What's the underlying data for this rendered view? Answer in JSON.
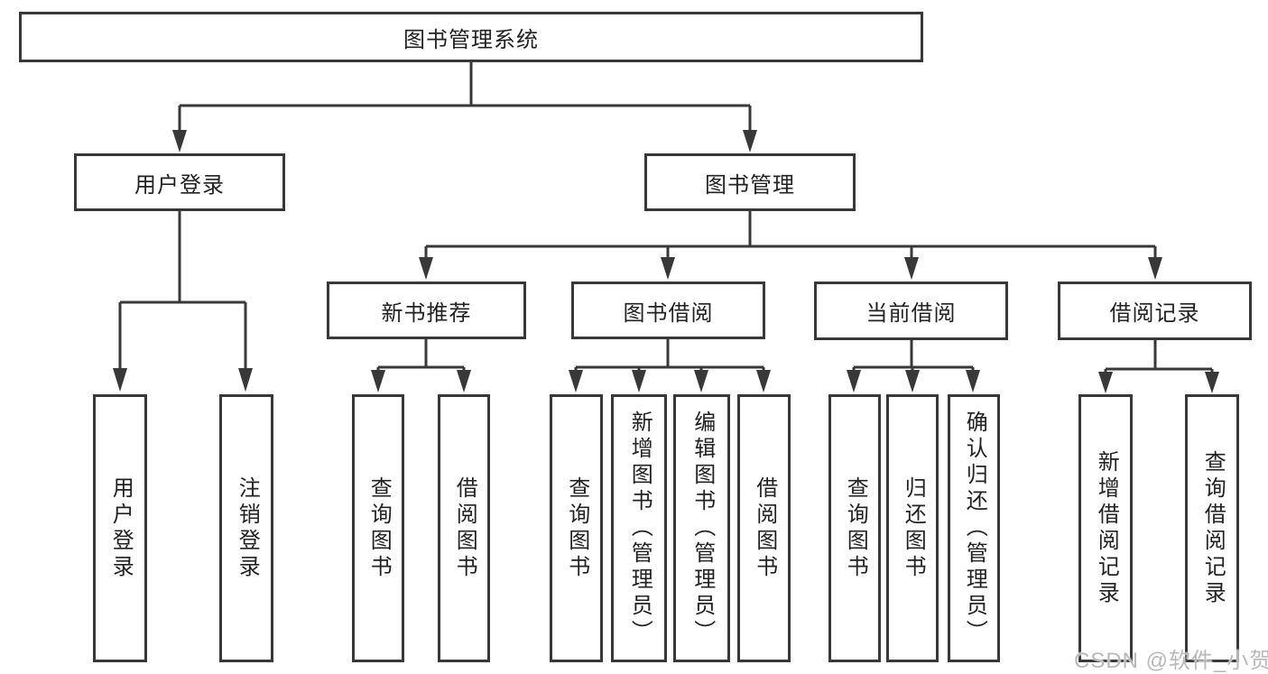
{
  "diagram_title": "图书管理系统",
  "nodes": {
    "root": "图书管理系统",
    "user_login": "用户登录",
    "book_mgmt": "图书管理",
    "new_book": "新书推荐",
    "book_borrow": "图书借阅",
    "current_borrow": "当前借阅",
    "borrow_record": "借阅记录",
    "leaf_user_login": "用户登录",
    "leaf_logout": "注销登录",
    "leaf_nb_query": "查询图书",
    "leaf_nb_borrow": "借阅图书",
    "leaf_bb_query": "查询图书",
    "leaf_bb_add": "新增图书（管理员）",
    "leaf_bb_edit": "编辑图书（管理员）",
    "leaf_bb_borrow": "借阅图书",
    "leaf_cb_query": "查询图书",
    "leaf_cb_return": "归还图书",
    "leaf_cb_confirm": "确认归还（管理员）",
    "leaf_br_add": "新增借阅记录",
    "leaf_br_query": "查询借阅记录"
  },
  "hierarchy": {
    "root": [
      "user_login",
      "book_mgmt"
    ],
    "user_login": [
      "leaf_user_login",
      "leaf_logout"
    ],
    "book_mgmt": [
      "new_book",
      "book_borrow",
      "current_borrow",
      "borrow_record"
    ],
    "new_book": [
      "leaf_nb_query",
      "leaf_nb_borrow"
    ],
    "book_borrow": [
      "leaf_bb_query",
      "leaf_bb_add",
      "leaf_bb_edit",
      "leaf_bb_borrow"
    ],
    "current_borrow": [
      "leaf_cb_query",
      "leaf_cb_return",
      "leaf_cb_confirm"
    ],
    "borrow_record": [
      "leaf_br_add",
      "leaf_br_query"
    ]
  },
  "watermark": "CSDN @软件_小贺同学",
  "colors": {
    "line": "#383838",
    "text": "#222222",
    "background": "#ffffff",
    "watermark": "#b9b9b9"
  }
}
